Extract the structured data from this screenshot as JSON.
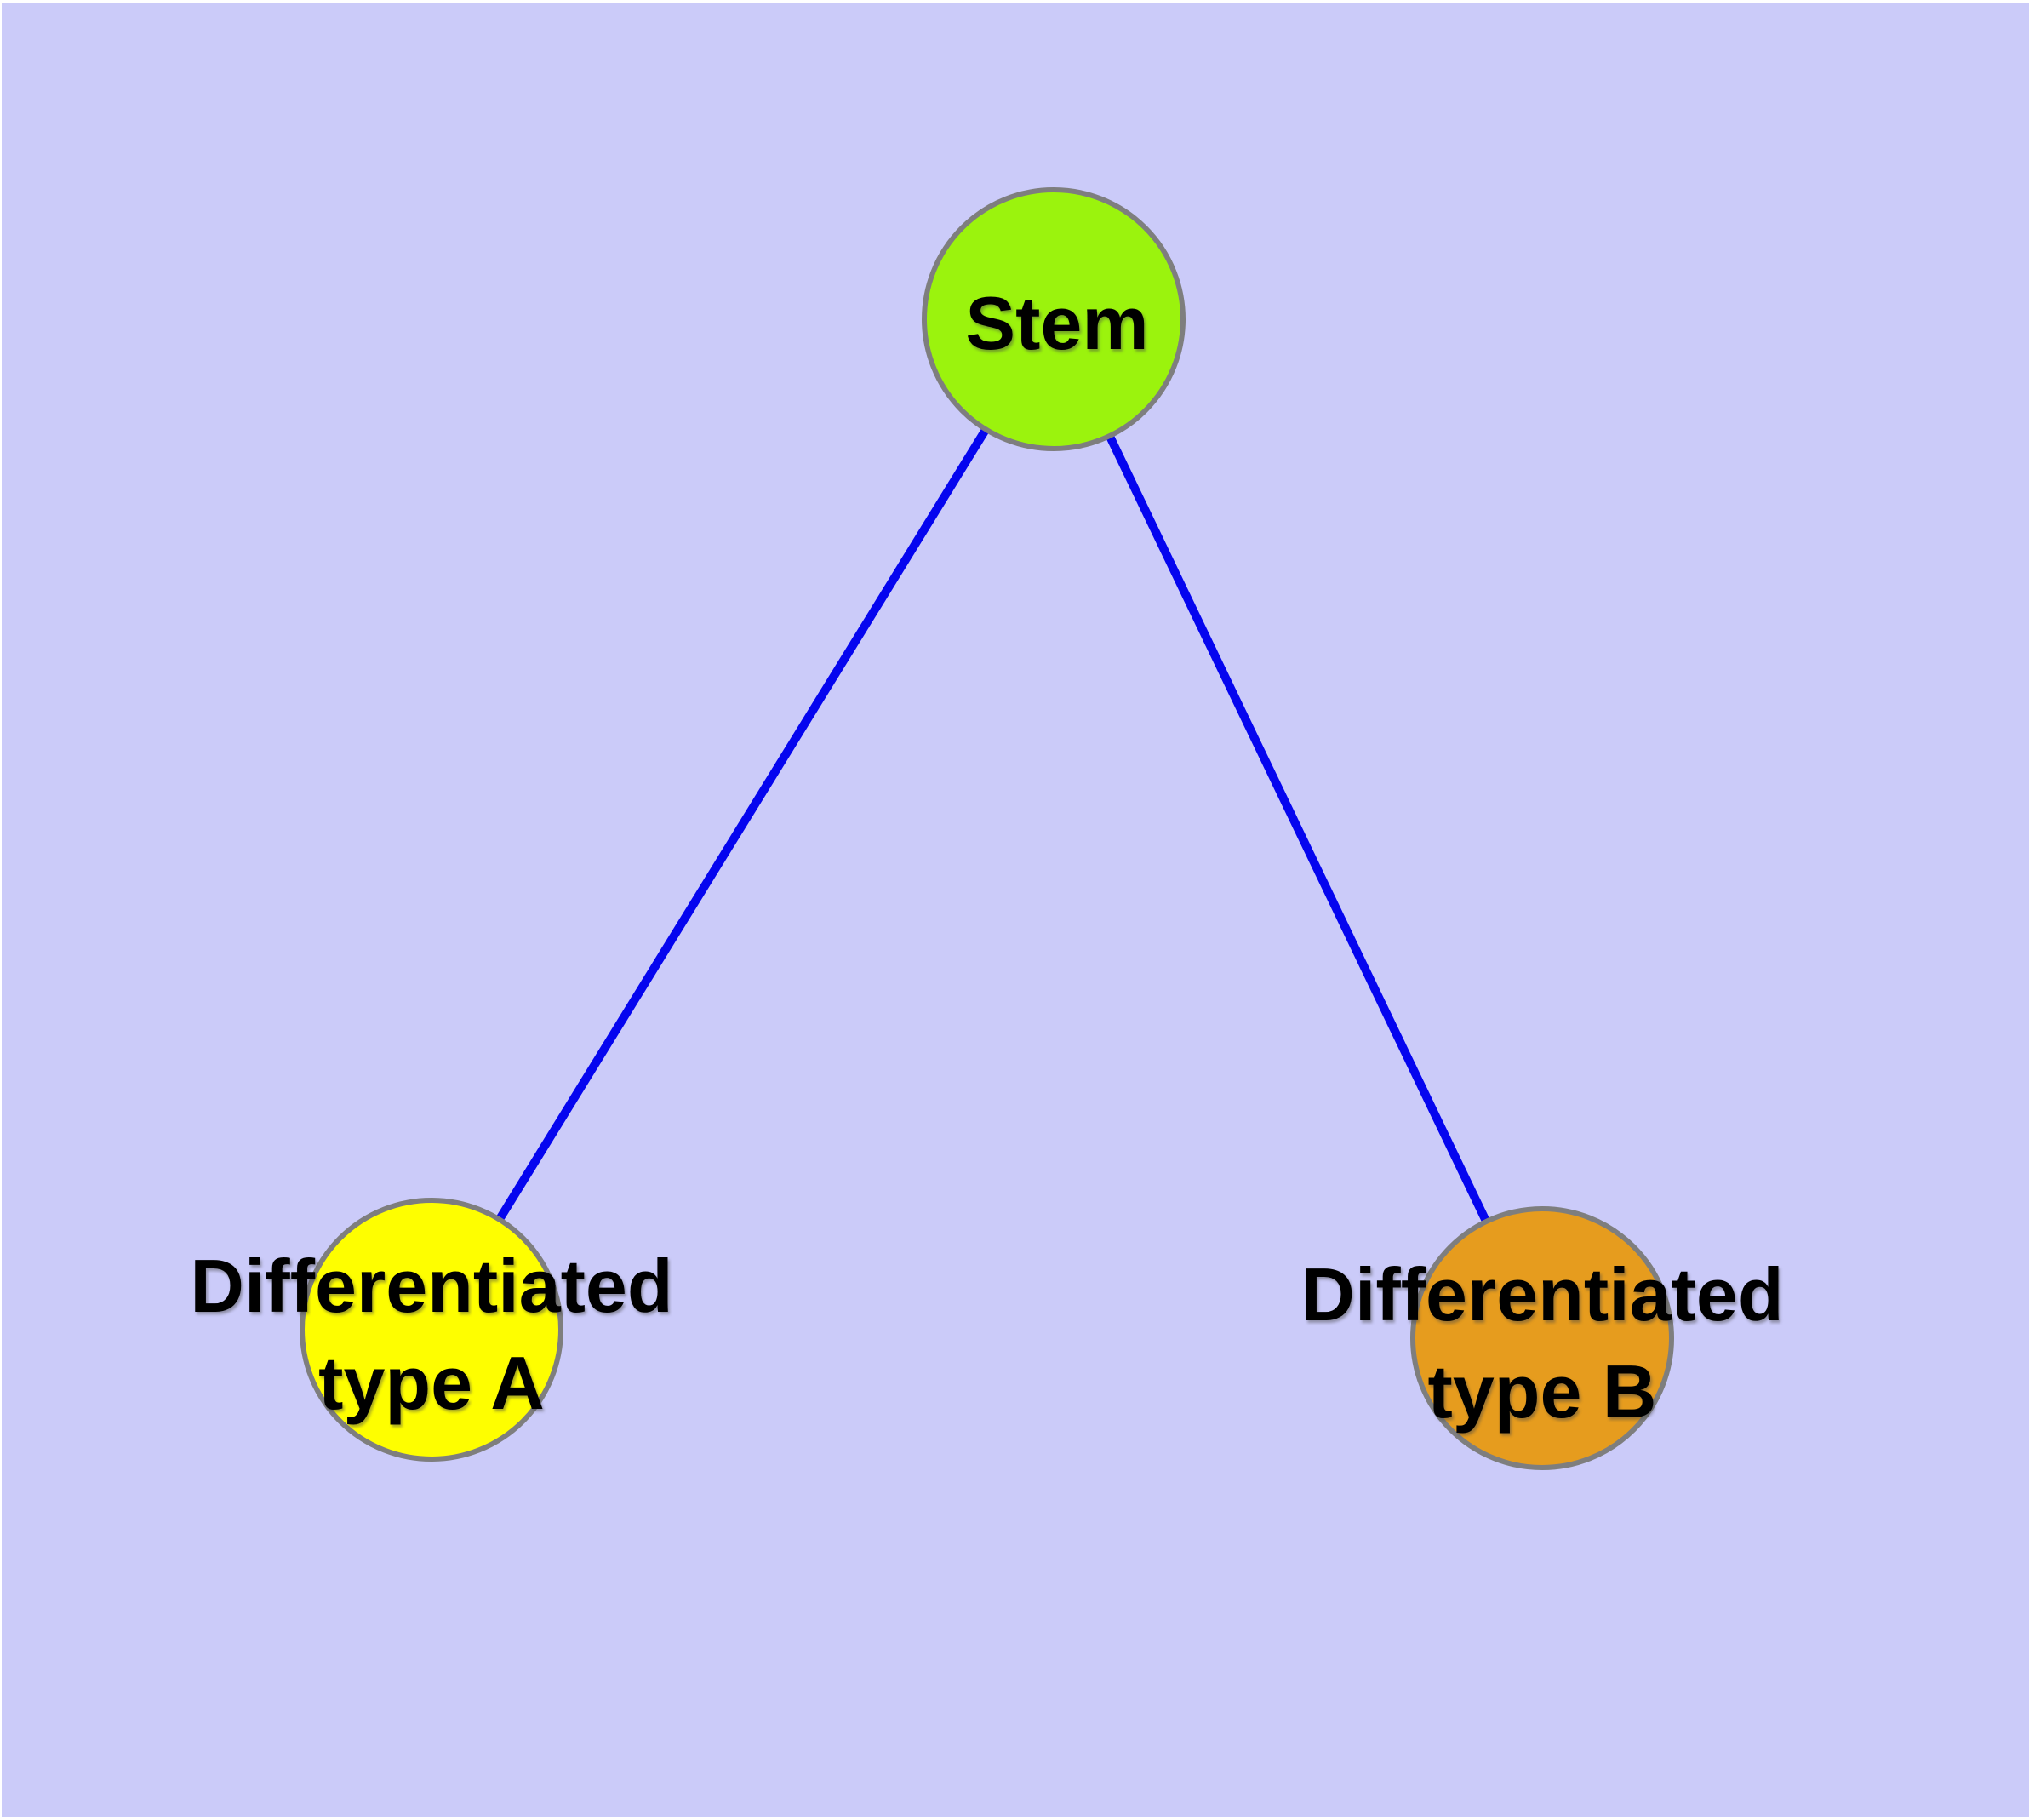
{
  "canvas": {
    "background_color": "#CBCBF9",
    "frame_color": "#FFFFFF"
  },
  "colors": {
    "edge": "#0505EF",
    "node_border": "#7E7E7E",
    "label_text": "#000000"
  },
  "nodes": [
    {
      "id": "stem",
      "label": "Stem",
      "line1": "Stem",
      "line2": "",
      "fill": "#9BF30D"
    },
    {
      "id": "type-a",
      "label": "Differentiated type A",
      "line1": "Differentiated",
      "line2": "type A",
      "fill": "#FEFE00"
    },
    {
      "id": "type-b",
      "label": "Differentiated type B",
      "line1": "Differentiated",
      "line2": "type B",
      "fill": "#E69C1E"
    }
  ],
  "edges": [
    {
      "from": "Stem",
      "to": "Differentiated type A"
    },
    {
      "from": "Stem",
      "to": "Differentiated type B"
    }
  ]
}
